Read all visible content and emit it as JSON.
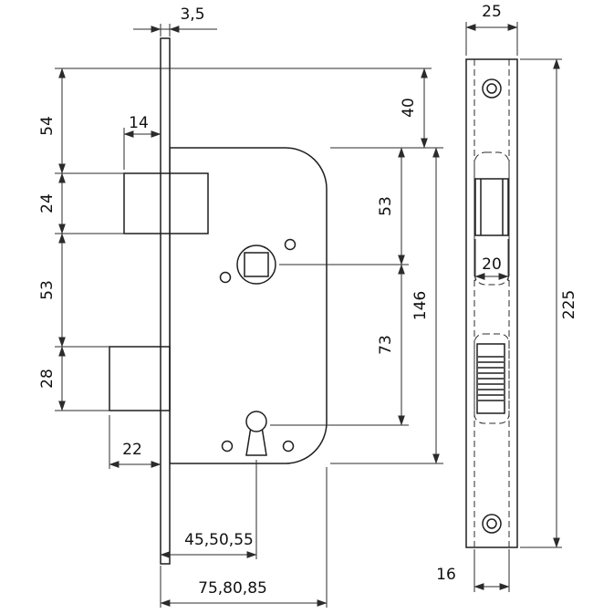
{
  "drawing": {
    "left_view": {
      "dim_faceplate_thickness": "3,5",
      "dim_top_to_latch": "54",
      "dim_latch_height": "24",
      "dim_latch_to_bolt": "53",
      "dim_bolt_height": "28",
      "dim_latch_protrusion": "14",
      "dim_bolt_throw": "22",
      "dim_backset": "45,50,55",
      "dim_case_depth": "75,80,85",
      "dim_top_to_case": "40",
      "dim_case_to_spindle": "53",
      "dim_spindle_to_key": "73",
      "dim_case_height": "146"
    },
    "right_view": {
      "dim_plate_width": "25",
      "dim_latch_width": "20",
      "dim_plate_height": "225",
      "dim_case_width": "16"
    }
  }
}
